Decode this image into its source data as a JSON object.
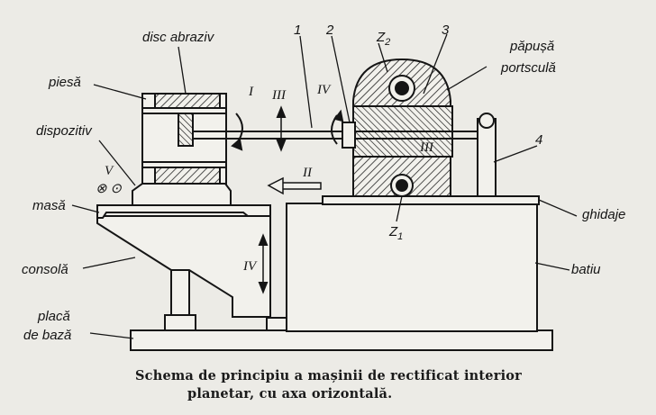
{
  "labels": {
    "disc": "disc abraziv",
    "piesa": "piesă",
    "dispozitiv": "dispozitiv",
    "masa": "masă",
    "consola": "consolă",
    "placa1": "placă",
    "placa2": "de bază",
    "papusa1": "păpușă",
    "papusa2": "portsculă",
    "ghidaje": "ghidaje",
    "batiu": "batiu",
    "n1": "1",
    "n2": "2",
    "n3": "3",
    "n4": "4",
    "z2": "Z",
    "z2sub": "2",
    "z1": "Z",
    "z1sub": "1",
    "rI": "I",
    "rII": "II",
    "rIII": "III",
    "rIII2": "III",
    "rIV": "IV",
    "rIV2": "IV",
    "rV": "V",
    "cross": "⊗ ⊙"
  },
  "caption": {
    "line1": "Schema de principiu a mașinii de rectificat interior",
    "line2": "planetar, cu axa orizontală."
  }
}
